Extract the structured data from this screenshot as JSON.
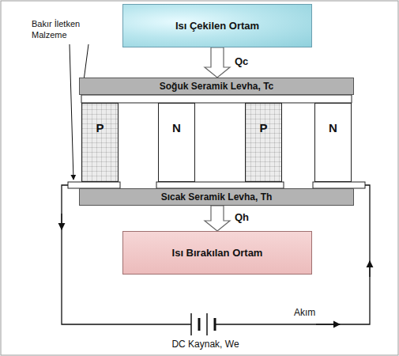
{
  "diagram": {
    "nodes": [
      {
        "text": [
          "Isı Çekilen Ortam"
        ]
      },
      {
        "text": [
          "Soğuk Seramik Levha, Tc"
        ]
      },
      {
        "text": [
          "P"
        ]
      },
      {
        "text": [
          "N"
        ]
      },
      {
        "text": [
          "P"
        ]
      },
      {
        "text": [
          "N"
        ]
      },
      {
        "text": [
          "Sıcak Seramik Levha, Th"
        ]
      },
      {
        "text": [
          "Isı Bırakılan Ortam"
        ]
      }
    ],
    "edges": [
      {
        "from": 0,
        "to": 1,
        "arrow": "to",
        "label": "Qc"
      },
      {
        "from": 6,
        "to": 7,
        "arrow": "to",
        "label": "Qh"
      }
    ],
    "labels": [
      "Bakır İletken Malzeme",
      "DC Kaynak, We",
      "Akım"
    ]
  }
}
